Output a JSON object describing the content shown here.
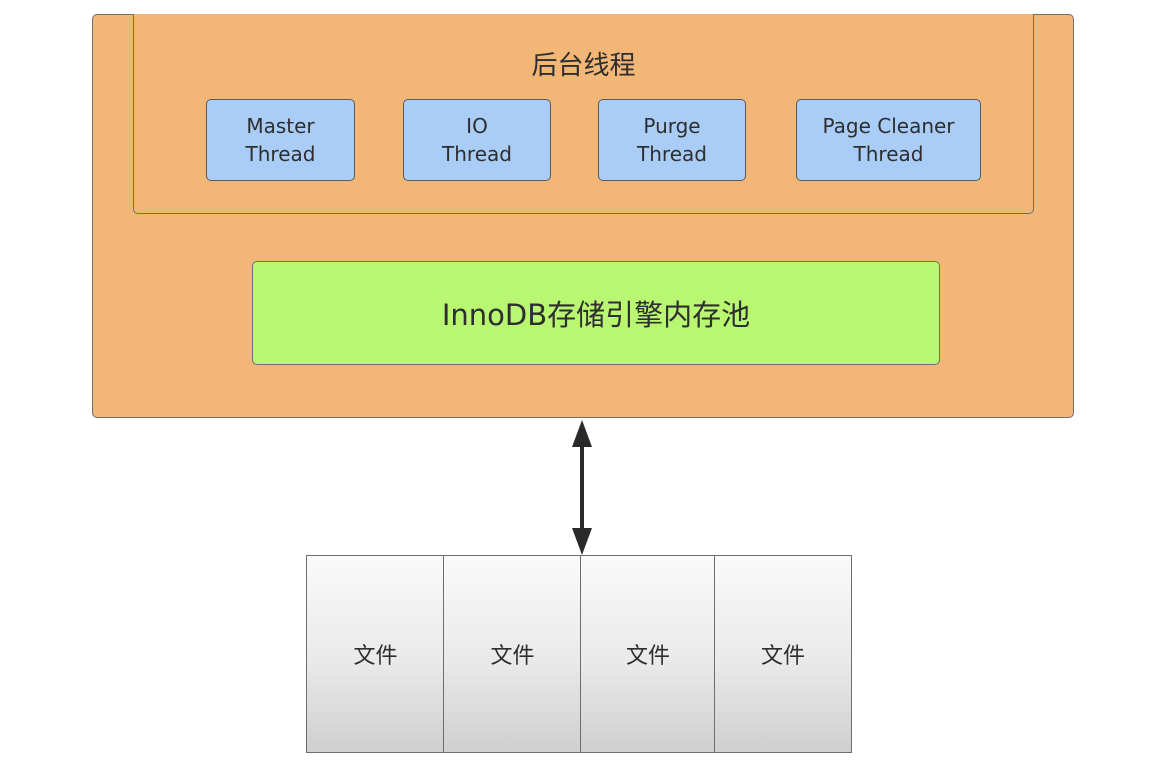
{
  "background_threads": {
    "title": "后台线程",
    "threads": [
      {
        "line1": "Master",
        "line2": "Thread"
      },
      {
        "line1": "IO",
        "line2": "Thread"
      },
      {
        "line1": "Purge",
        "line2": "Thread"
      },
      {
        "line1": "Page Cleaner",
        "line2": "Thread"
      }
    ]
  },
  "buffer_pool": {
    "label": "InnoDB存储引擎内存池"
  },
  "files": [
    {
      "label": "文件"
    },
    {
      "label": "文件"
    },
    {
      "label": "文件"
    },
    {
      "label": "文件"
    }
  ],
  "colors": {
    "outer_fill": "#f2b676",
    "thread_fill": "#a9cdf7",
    "pool_fill": "#b9f772",
    "border": "#6e6e6e",
    "arrow": "#2a2a2a"
  }
}
